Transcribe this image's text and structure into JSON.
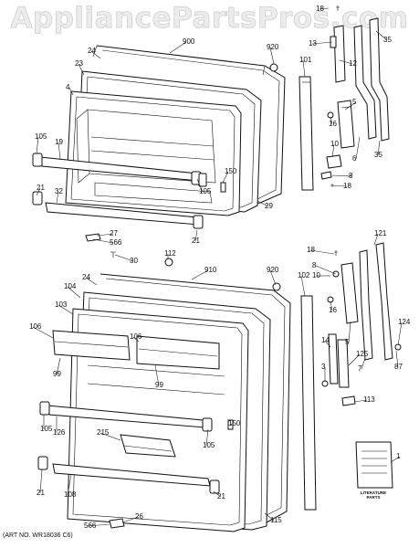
{
  "watermark": "AppliancePartsPros.com",
  "art_number": "(ART NO. WR18036 C6)",
  "literature_text": "LITERATURE PARTS",
  "callouts": [
    "18",
    "900",
    "920",
    "13",
    "12",
    "35",
    "24",
    "101",
    "23",
    "4",
    "5",
    "16",
    "105",
    "19",
    "150",
    "10",
    "6",
    "35",
    "8",
    "18",
    "21",
    "32",
    "105",
    "29",
    "27",
    "21",
    "566",
    "112",
    "30",
    "121",
    "24",
    "910",
    "920",
    "102",
    "18",
    "104",
    "8",
    "10",
    "103",
    "106",
    "106",
    "16",
    "14",
    "5",
    "124",
    "99",
    "99",
    "125",
    "3",
    "87",
    "7",
    "113",
    "105",
    "126",
    "150",
    "215",
    "105",
    "21",
    "108",
    "21",
    "566",
    "26",
    "115",
    "1"
  ]
}
